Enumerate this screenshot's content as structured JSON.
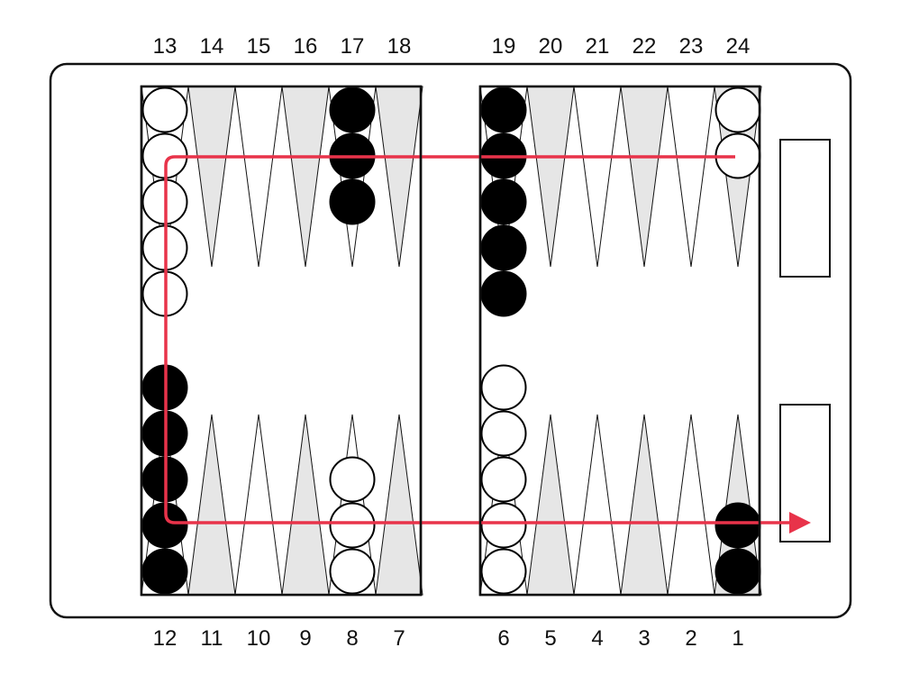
{
  "colors": {
    "board_stroke": "#111111",
    "triangle_light": "#e6e6e6",
    "triangle_white": "#ffffff",
    "checker_black": "#000000",
    "checker_white": "#ffffff",
    "move_arrow": "#e8334a"
  },
  "top_labels": [
    "13",
    "14",
    "15",
    "16",
    "17",
    "18",
    "19",
    "20",
    "21",
    "22",
    "23",
    "24"
  ],
  "bottom_labels": [
    "12",
    "11",
    "10",
    "9",
    "8",
    "7",
    "6",
    "5",
    "4",
    "3",
    "2",
    "1"
  ],
  "position": [
    {
      "point": 1,
      "color": "black",
      "count": 2
    },
    {
      "point": 6,
      "color": "white",
      "count": 5
    },
    {
      "point": 8,
      "color": "white",
      "count": 3
    },
    {
      "point": 12,
      "color": "black",
      "count": 5
    },
    {
      "point": 13,
      "color": "white",
      "count": 5
    },
    {
      "point": 17,
      "color": "black",
      "count": 3
    },
    {
      "point": 19,
      "color": "black",
      "count": 5
    },
    {
      "point": 24,
      "color": "white",
      "count": 2
    }
  ],
  "move_path": {
    "description_points": [
      "24",
      "13",
      "12",
      "1",
      "off"
    ],
    "arrow": "movement-direction"
  }
}
